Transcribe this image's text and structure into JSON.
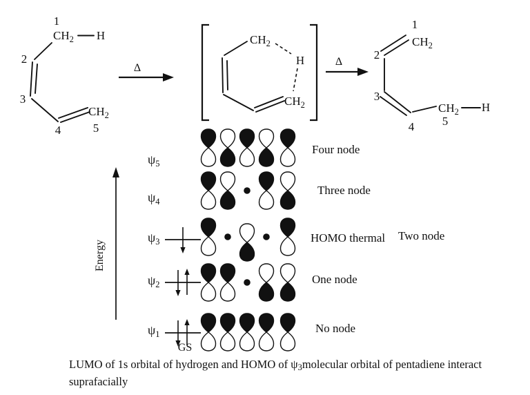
{
  "scheme": {
    "delta": "Δ",
    "numbers": [
      "1",
      "2",
      "3",
      "4",
      "5"
    ],
    "atoms": {
      "ch": "CH",
      "sub2": "2",
      "h": "H"
    }
  },
  "mo_diagram": {
    "energy_label": "Energy",
    "psi_symbol": "ψ",
    "gs_label": "GS",
    "levels": [
      {
        "sub": "1",
        "node_label": "No node",
        "electrons": "paired",
        "sublabel": "GS",
        "pattern": [
          "+",
          "+",
          "+",
          "+",
          "+"
        ]
      },
      {
        "sub": "2",
        "node_label": "One node",
        "electrons": "paired",
        "pattern": [
          "+",
          "+",
          ".",
          "-",
          "-"
        ]
      },
      {
        "sub": "3",
        "node_label": "Two node",
        "homo_label": "HOMO thermal",
        "electrons": "single",
        "pattern": [
          "+",
          ".",
          "-",
          ".",
          "+"
        ]
      },
      {
        "sub": "4",
        "node_label": "Three node",
        "electrons": "none",
        "pattern": [
          "+",
          "-",
          ".",
          "+",
          "-"
        ]
      },
      {
        "sub": "5",
        "node_label": "Four node",
        "electrons": "none",
        "pattern": [
          "+",
          "-",
          "+",
          "-",
          "+"
        ]
      }
    ]
  },
  "caption": {
    "line1_pre": "LUMO of 1s orbital of hydrogen and HOMO of ",
    "psi": "ψ",
    "psi_sub": "3",
    "line1_post": "molecular orbital of pentadiene interact",
    "line2": "suprafacially"
  }
}
